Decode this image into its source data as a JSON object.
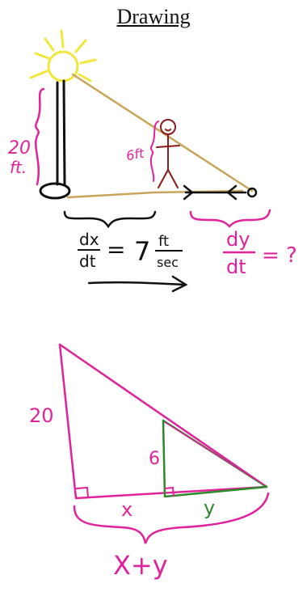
{
  "title": "Drawing",
  "colors": {
    "ink": "#111111",
    "magenta": "#e0229b",
    "rope": "#c9a55a",
    "sun": "#f2e63a",
    "person": "#8b1a1a",
    "green": "#2c8a2c"
  },
  "scene": {
    "pole_height_label_num": "20",
    "pole_height_label_unit": "ft.",
    "person_height_label": "6ft",
    "dxdt": {
      "num": "dx",
      "den": "dt",
      "eq": "=",
      "value": "7",
      "unit_num": "ft",
      "unit_den": "sec"
    },
    "dydt": {
      "num": "dy",
      "den": "dt",
      "eq": "= ?"
    }
  },
  "triangle": {
    "height_label": "20",
    "small_height_label": "6",
    "x_label": "x",
    "y_label": "y",
    "total_label": "X+y"
  }
}
